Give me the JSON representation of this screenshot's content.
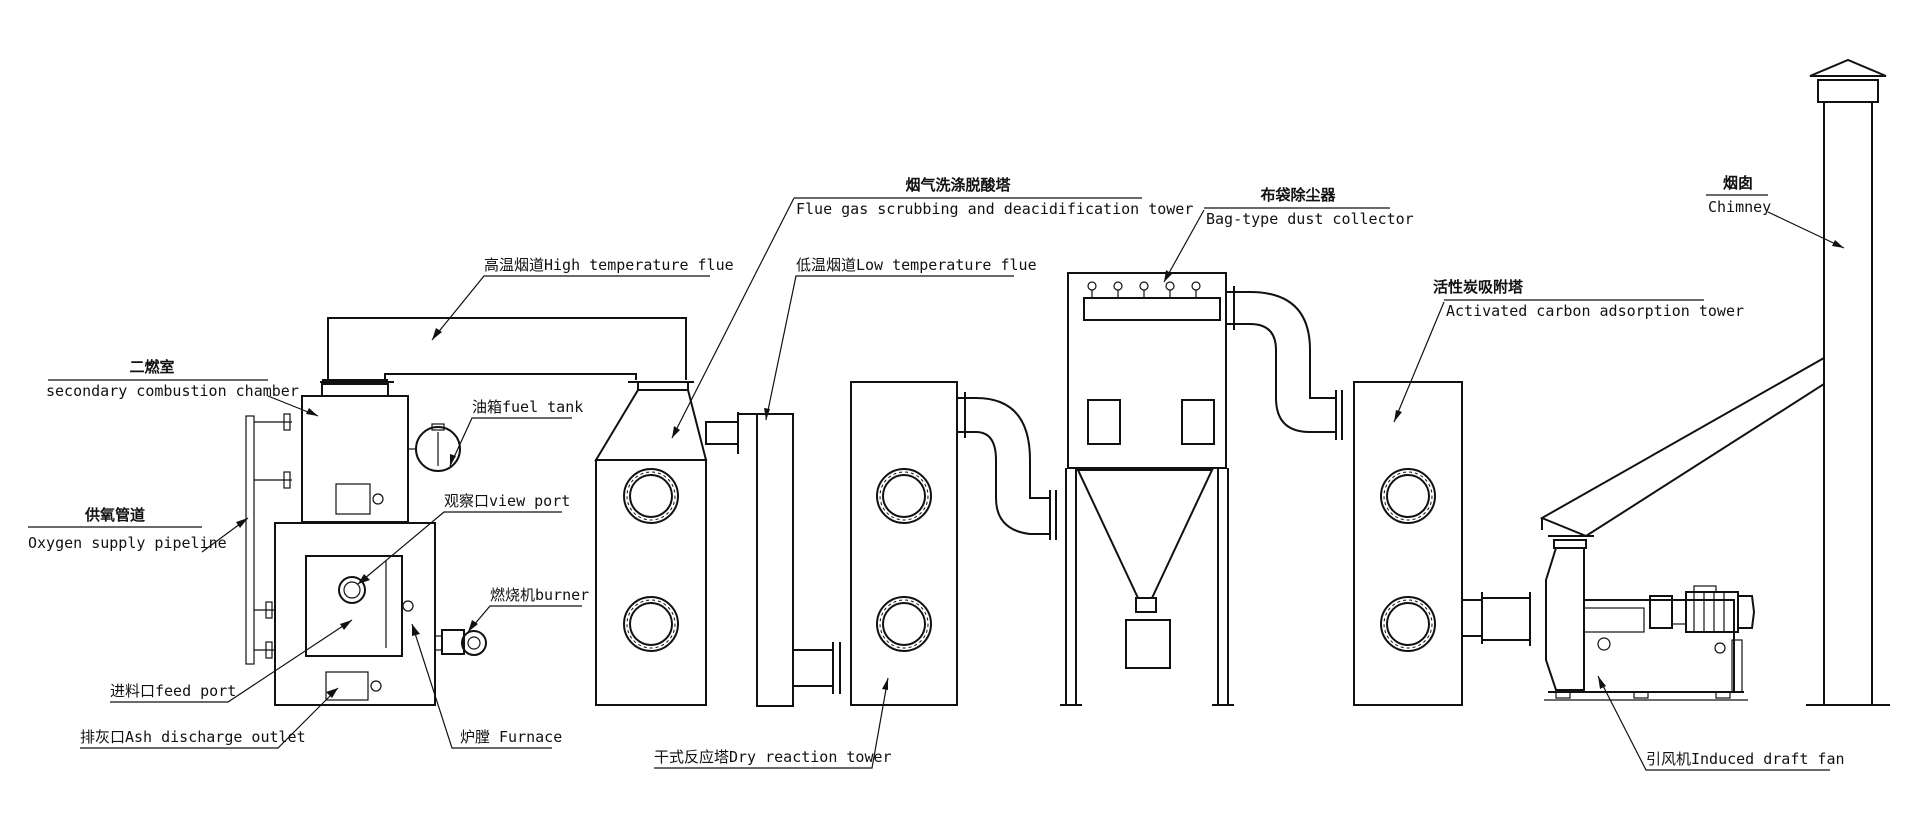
{
  "labels": {
    "secondary_chamber": {
      "zh": "二燃室",
      "en": "secondary combustion chamber"
    },
    "oxygen_pipeline": {
      "zh": "供氧管道",
      "en": "Oxygen supply pipeline"
    },
    "feed_port": {
      "text": "进料口feed port"
    },
    "ash_outlet": {
      "text": "排灰口Ash discharge outlet"
    },
    "furnace": {
      "text": "炉膛 Furnace"
    },
    "burner": {
      "text": "燃烧机burner"
    },
    "view_port": {
      "text": "观察口view port"
    },
    "fuel_tank": {
      "text": "油箱fuel tank"
    },
    "high_temp_flue": {
      "text": "高温烟道High temperature flue"
    },
    "low_temp_flue": {
      "text": "低温烟道Low temperature flue"
    },
    "scrubbing_tower": {
      "zh": "烟气洗涤脱酸塔",
      "en": "Flue gas scrubbing and deacidification tower"
    },
    "dry_reaction_tower": {
      "text": "干式反应塔Dry reaction tower"
    },
    "bag_collector": {
      "zh": "布袋除尘器",
      "en": "Bag-type dust collector"
    },
    "carbon_tower": {
      "zh": "活性炭吸附塔",
      "en": "Activated carbon adsorption tower"
    },
    "induced_fan": {
      "text": "引风机Induced draft fan"
    },
    "chimney": {
      "zh": "烟囱",
      "en": "Chimney"
    }
  }
}
